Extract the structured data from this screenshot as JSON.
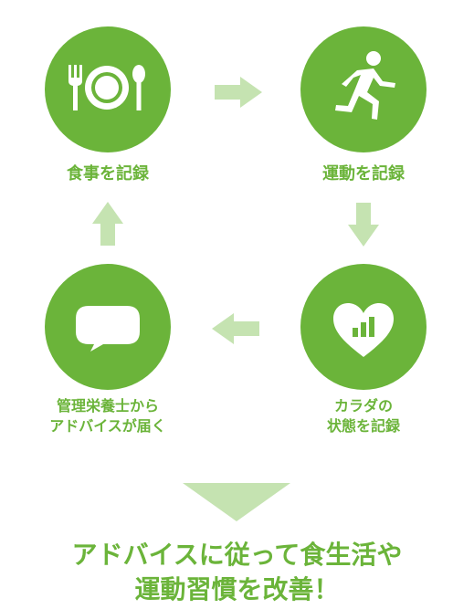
{
  "steps": {
    "meal": {
      "label": "食事を記録"
    },
    "exercise": {
      "label": "運動を記録"
    },
    "body": {
      "line1": "カラダの",
      "line2": "状態を記録"
    },
    "advice": {
      "line1": "管理栄養士から",
      "line2": "アドバイスが届く"
    }
  },
  "result": {
    "line1": "アドバイスに従って食生活や",
    "line2": "運動習慣を改善！"
  },
  "icons": {
    "meal": "plate-fork-spoon-icon",
    "exercise": "running-person-icon",
    "body": "heart-chart-icon",
    "advice": "speech-bubble-icon"
  },
  "colors": {
    "primary": "#6bb43a",
    "arrow": "#c5e3b1"
  }
}
